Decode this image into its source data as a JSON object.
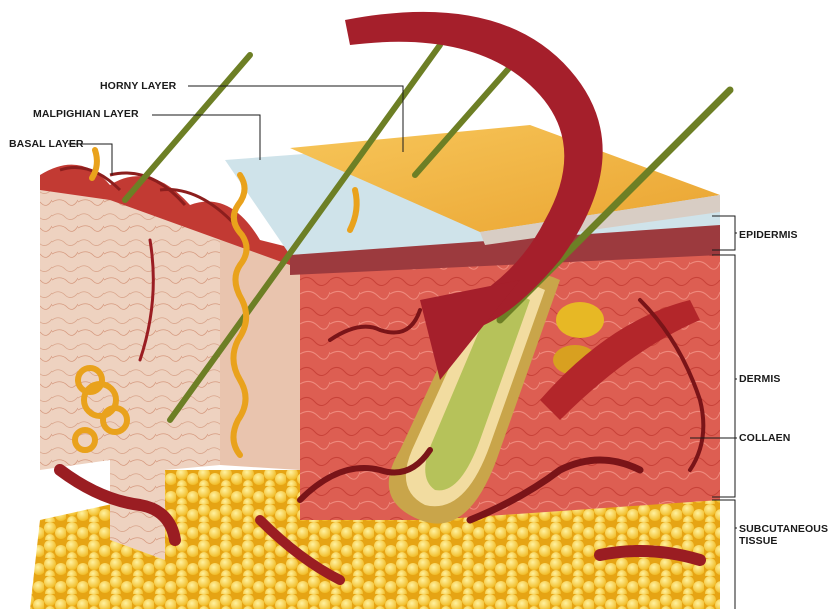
{
  "labels": {
    "horny_layer": "HORNY LAYER",
    "malpighian_layer": "MALPIGHIAN LAYER",
    "basal_layer": "BASAL LAYER",
    "epidermis": "EPIDERMIS",
    "dermis": "DERMIS",
    "collagen": "COLLAEN",
    "subcutaneous_line1": "SUBCUTANEOUS",
    "subcutaneous_line2": "TISSUE"
  },
  "colors": {
    "arrow": "#a51f2b",
    "fat": "#f5cc2e",
    "dermis": "#d9534a",
    "horny": "#f2b23a",
    "malpighian": "#cfe3ea",
    "hair_shaft": "#7d8f2c"
  }
}
